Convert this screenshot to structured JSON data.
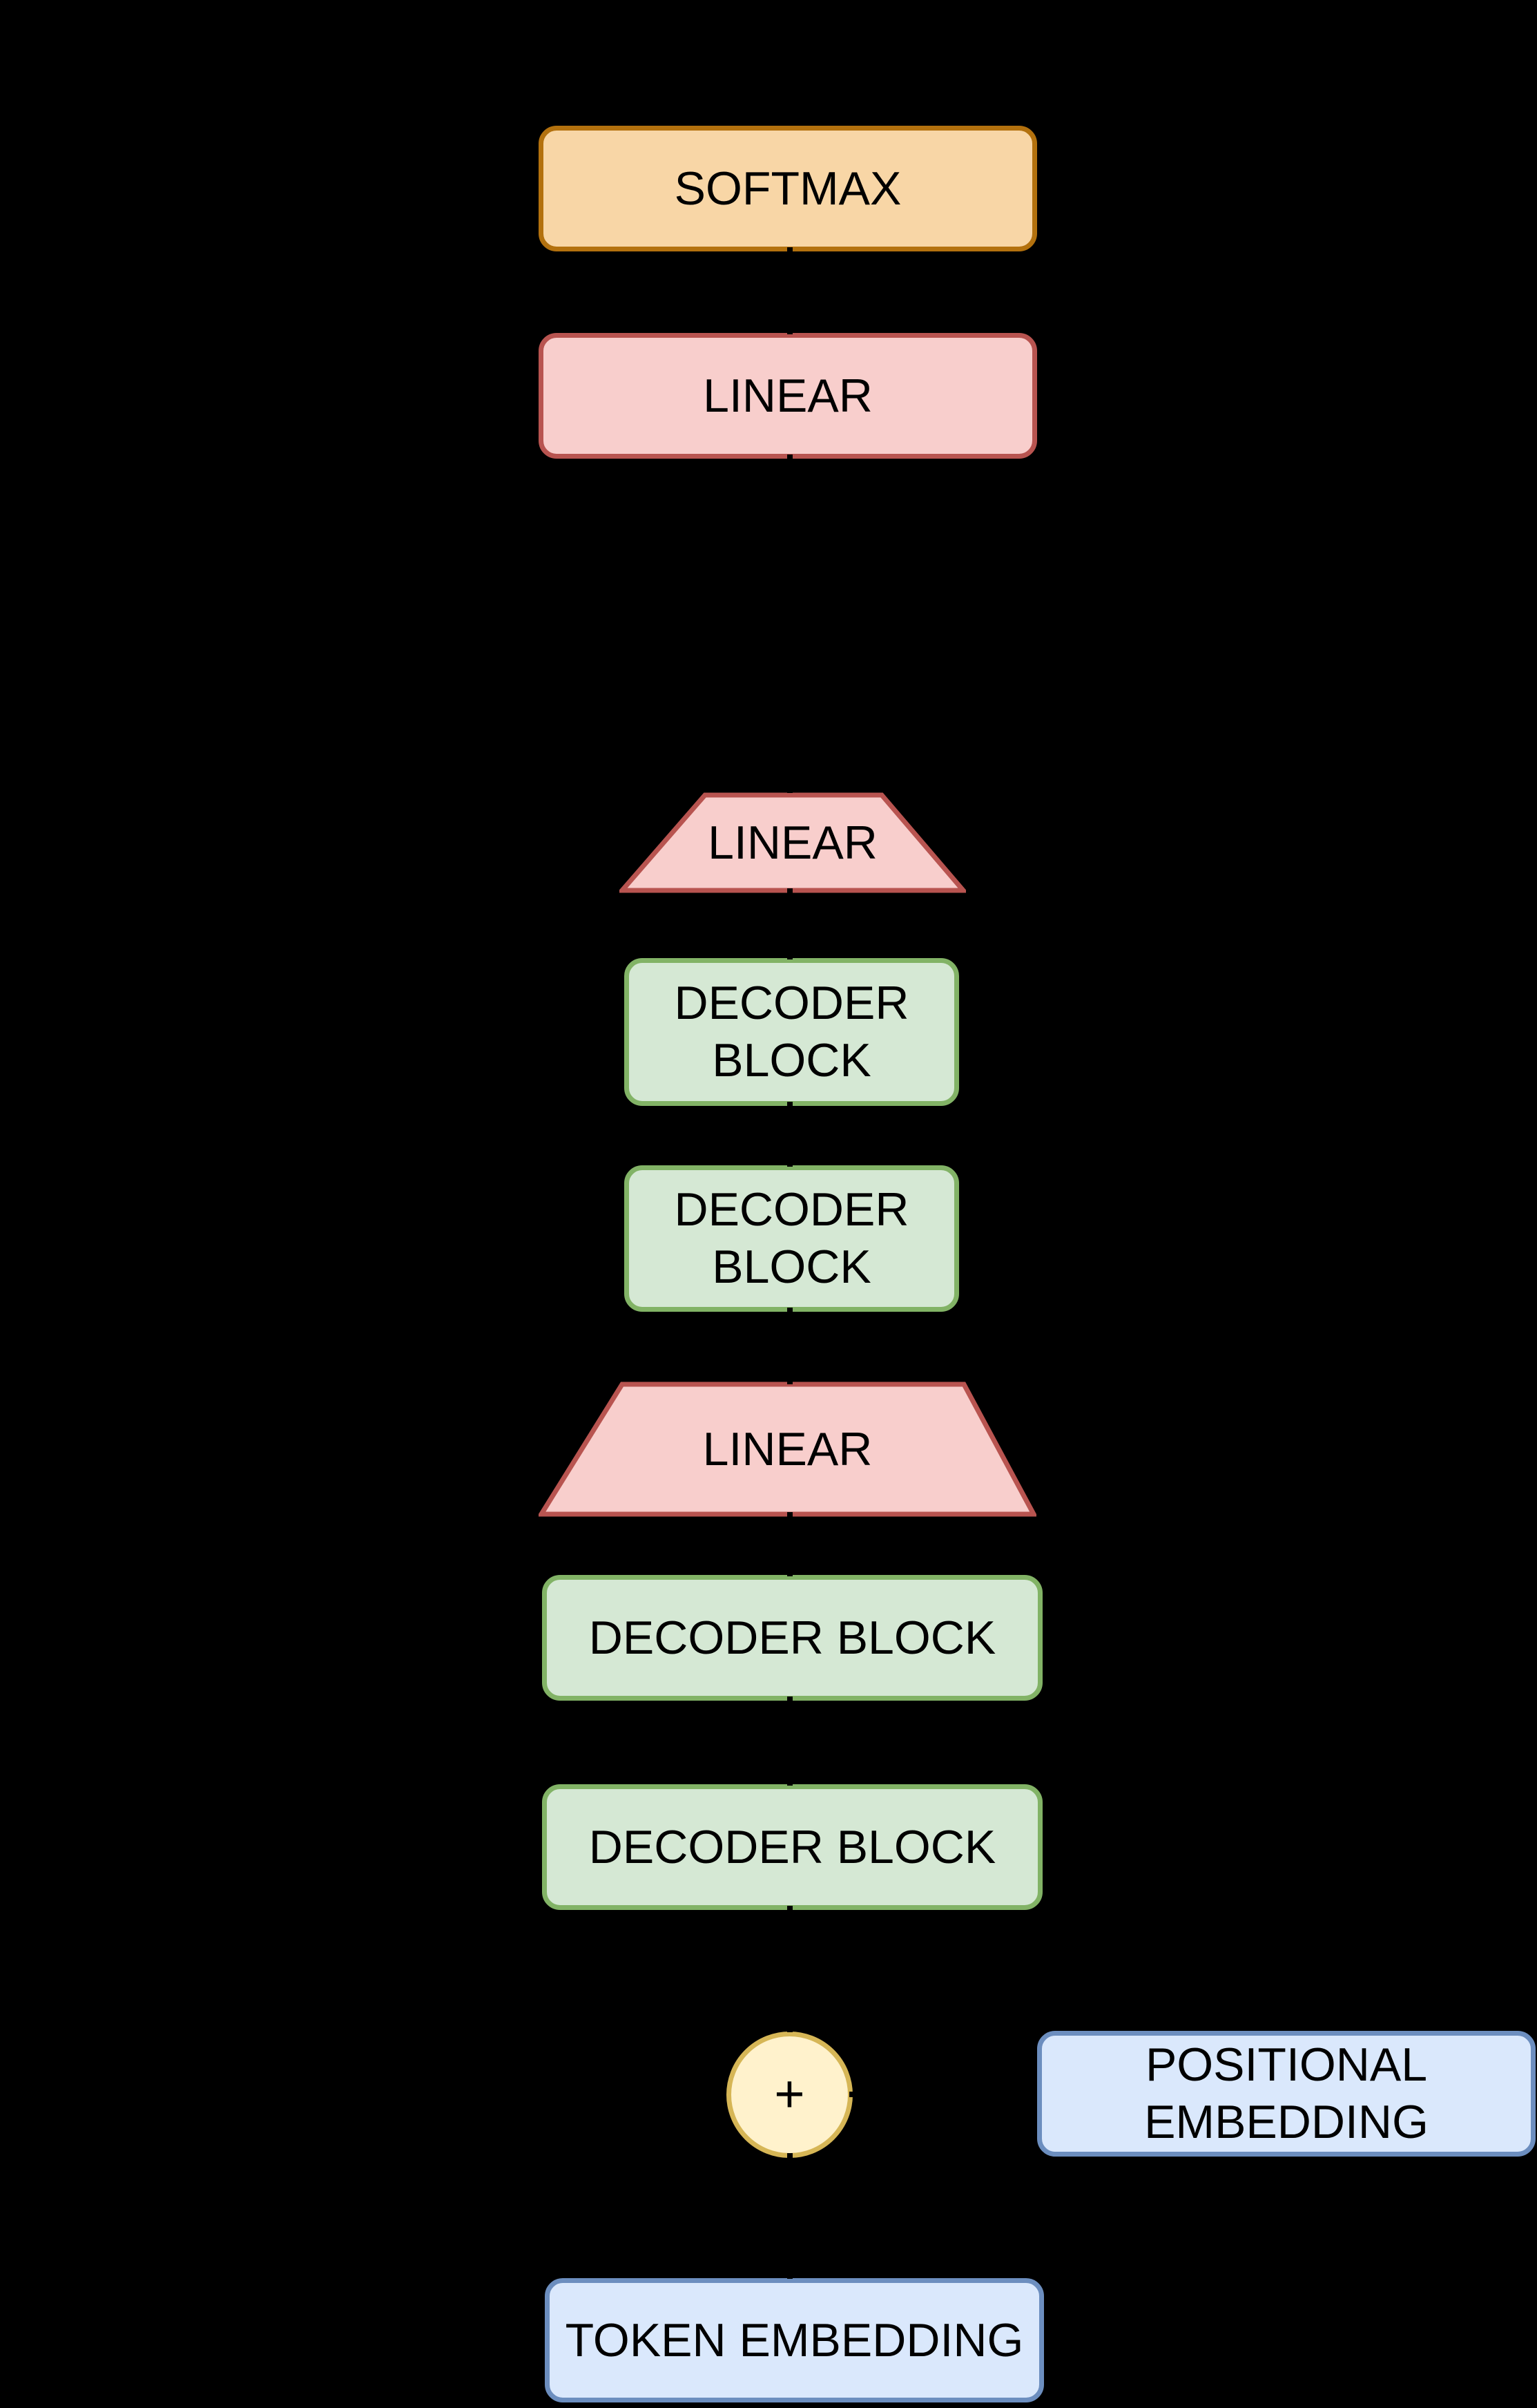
{
  "diagram": {
    "type": "flow-diagram",
    "background": "#000000",
    "text_color": "#000000",
    "nodes": [
      {
        "id": "softmax",
        "label": "SOFTMAX",
        "shape": "rounded-rect",
        "color": "orange"
      },
      {
        "id": "linear-output",
        "label": "LINEAR",
        "shape": "rounded-rect",
        "color": "red"
      },
      {
        "id": "linear-up-small",
        "label": "LINEAR",
        "shape": "trapezoid",
        "color": "red"
      },
      {
        "id": "decoder-block-narrow-1",
        "label": "DECODER\nBLOCK",
        "shape": "rounded-rect",
        "color": "green"
      },
      {
        "id": "decoder-block-narrow-2",
        "label": "DECODER\nBLOCK",
        "shape": "rounded-rect",
        "color": "green"
      },
      {
        "id": "linear-up-large",
        "label": "LINEAR",
        "shape": "trapezoid",
        "color": "red"
      },
      {
        "id": "decoder-block-1",
        "label": "DECODER BLOCK",
        "shape": "rounded-rect",
        "color": "green"
      },
      {
        "id": "decoder-block-2",
        "label": "DECODER BLOCK",
        "shape": "rounded-rect",
        "color": "green"
      },
      {
        "id": "add",
        "label": "+",
        "shape": "circle",
        "color": "yellow"
      },
      {
        "id": "positional-embedding",
        "label": "POSITIONAL\nEMBEDDING",
        "shape": "rounded-rect",
        "color": "blue"
      },
      {
        "id": "token-embedding",
        "label": "TOKEN EMBEDDING",
        "shape": "rounded-rect",
        "color": "blue"
      }
    ],
    "colors": {
      "orange_fill": "#F8D6A6",
      "orange_stroke": "#B3710E",
      "red_fill": "#F8CECC",
      "red_stroke": "#B85450",
      "green_fill": "#D5E8D4",
      "green_stroke": "#82B366",
      "blue_fill": "#DAE8FC",
      "blue_stroke": "#6C8EBF",
      "yellow_fill": "#FFF2CC",
      "yellow_stroke": "#D6B656"
    }
  }
}
